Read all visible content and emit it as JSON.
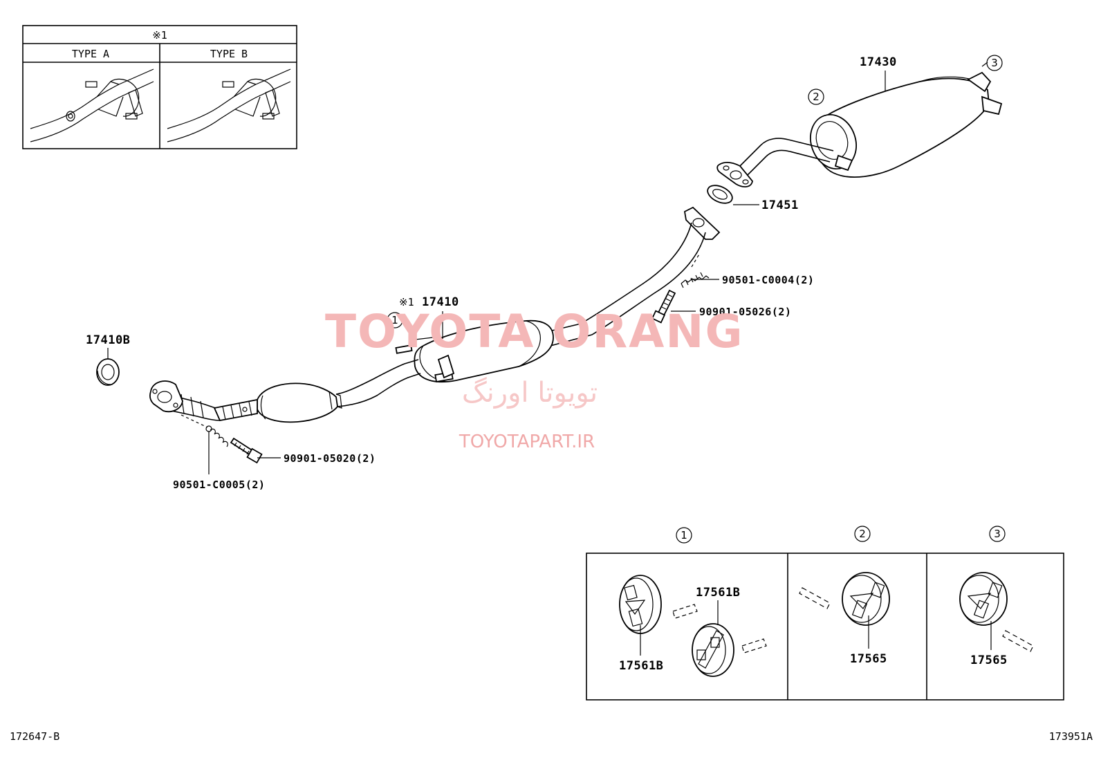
{
  "inset": {
    "header": "※1",
    "type_a": "TYPE A",
    "type_b": "TYPE B"
  },
  "parts": {
    "p17430": "17430",
    "p17451": "17451",
    "p90501_c0004": "90501-C0004(2)",
    "p90901_05026": "90901-05026(2)",
    "p17410": "17410",
    "p17410_mark": "※1",
    "p17410b": "17410B",
    "p90901_05020": "90901-05020(2)",
    "p90501_c0005": "90501-C0005(2)"
  },
  "callouts": {
    "c1": "1",
    "c2": "2",
    "c3": "3"
  },
  "hanger_panel": {
    "section1": "1",
    "section2": "2",
    "section3": "3",
    "p17561b_top": "17561B",
    "p17561b_bottom": "17561B",
    "p17565_a": "17565",
    "p17565_b": "17565"
  },
  "watermark": {
    "brand": "TOYOTA ORANG",
    "persian": "تویوتا اورنگ",
    "url": "TOYOTAPART.IR"
  },
  "footer": {
    "left_code": "172647-B",
    "right_code": "173951A"
  }
}
